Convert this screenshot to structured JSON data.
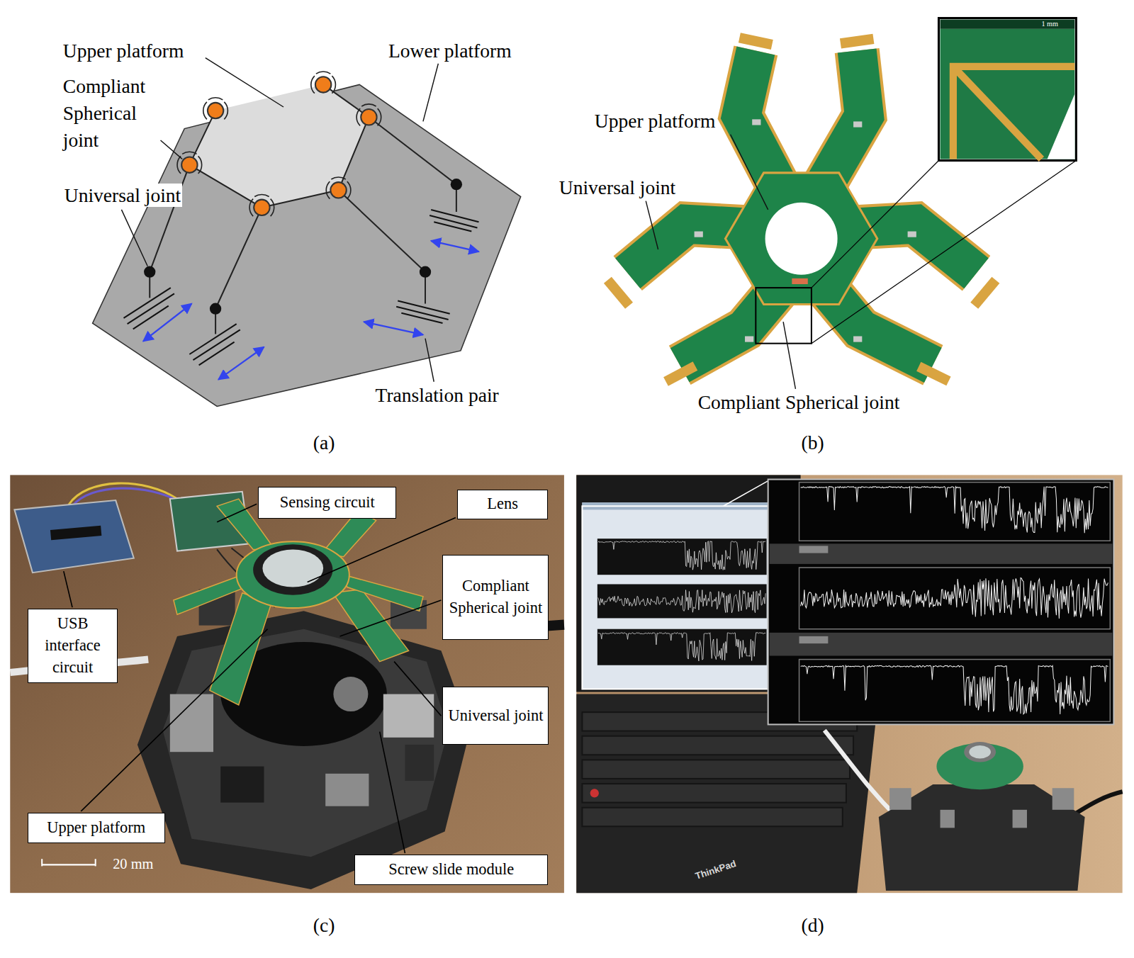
{
  "diagram": {
    "nodes": [
      {
        "text": [
          "Sensing circuit"
        ]
      },
      {
        "text": [
          "Lens"
        ]
      },
      {
        "text": [
          "USB interface circuit"
        ]
      },
      {
        "text": [
          "Compliant Spherical joint"
        ]
      },
      {
        "text": [
          "Universal joint"
        ]
      },
      {
        "text": [
          "Upper platform"
        ]
      },
      {
        "text": [
          "Screw slide module"
        ]
      }
    ],
    "labels": [
      "Upper platform",
      "Lower platform",
      "Compliant Spherical joint",
      "Universal joint",
      "Translation pair",
      "Upper platform",
      "Universal joint",
      "Compliant Spherical joint",
      "1 mm",
      "20 mm",
      "ThinkPad",
      "(a)",
      "(b)",
      "(c)",
      "(d)"
    ]
  }
}
